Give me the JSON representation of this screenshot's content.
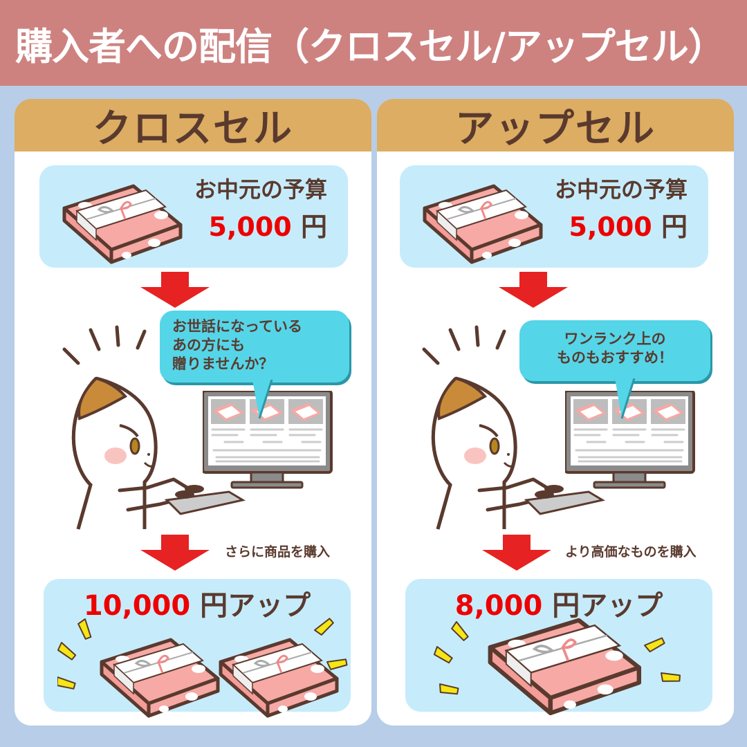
{
  "title": "購入者への配信（クロスセル/アップセル）",
  "colors": {
    "title_bg": "#cd8280",
    "page_bg": "#b7cde8",
    "panel_header": "#dcad62",
    "box_bg": "#c6ecfc",
    "speech_bg": "#55d5e8",
    "text_brown": "#5a3a2e",
    "accent_red": "#ee0000",
    "arrow_red": "#e62222",
    "sparkle_yellow": "#f5e614"
  },
  "panels": [
    {
      "heading": "クロスセル",
      "budget_label": "お中元の予算",
      "budget_amount": "5,000",
      "budget_unit": "円",
      "speech_lines": [
        "お世話になっている",
        "あの方にも",
        "贈りませんか？"
      ],
      "caption": "さらに商品を購入",
      "result_amount": "10,000",
      "result_suffix": "円アップ",
      "result_gift_count": 2
    },
    {
      "heading": "アップセル",
      "budget_label": "お中元の予算",
      "budget_amount": "5,000",
      "budget_unit": "円",
      "speech_lines": [
        "ワンランク上の",
        "ものもおすすめ！"
      ],
      "caption": "より高価なものを購入",
      "result_amount": "8,000",
      "result_suffix": "円アップ",
      "result_gift_count": 1
    }
  ]
}
